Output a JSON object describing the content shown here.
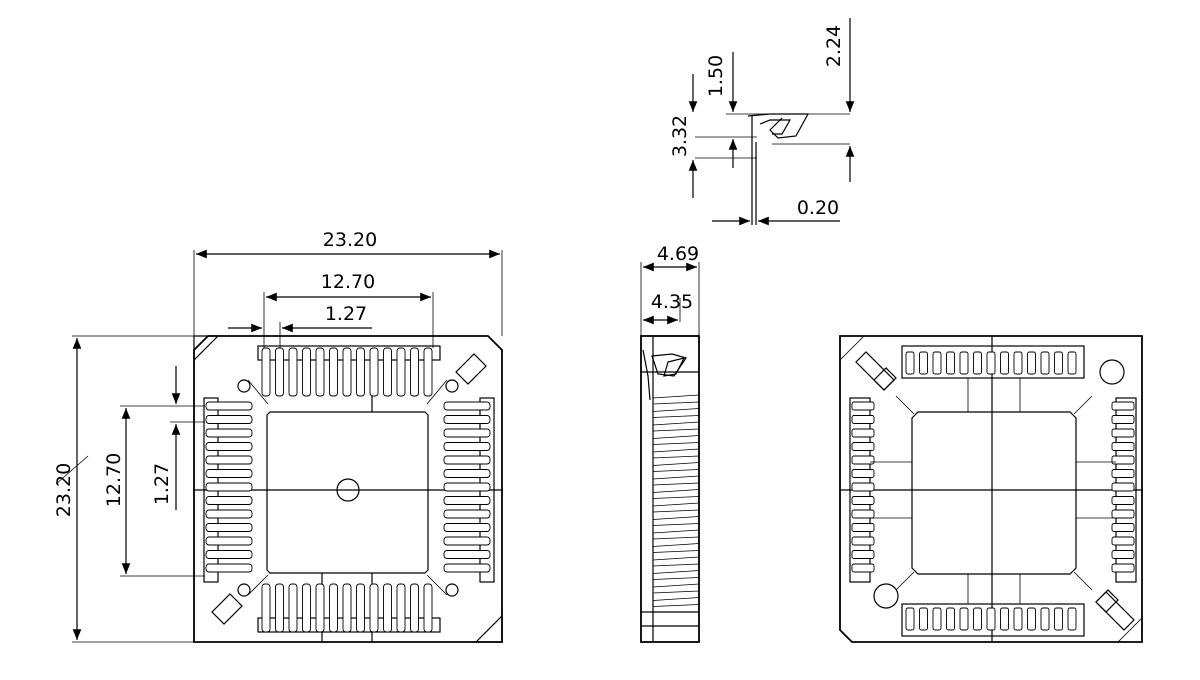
{
  "drawing": {
    "front_view": {
      "overall_width": "23.20",
      "pin_span_horizontal": "12.70",
      "pitch_horizontal": "1.27",
      "overall_height": "23.20",
      "pin_span_vertical": "12.70",
      "pitch_vertical": "1.27"
    },
    "side_view": {
      "height_outer": "4.69",
      "height_inner": "4.35"
    },
    "contact_detail": {
      "top_offset": "1.50",
      "overall_drop": "2.24",
      "contact_height": "3.32",
      "contact_thickness": "0.20"
    },
    "bottom_view": {}
  }
}
